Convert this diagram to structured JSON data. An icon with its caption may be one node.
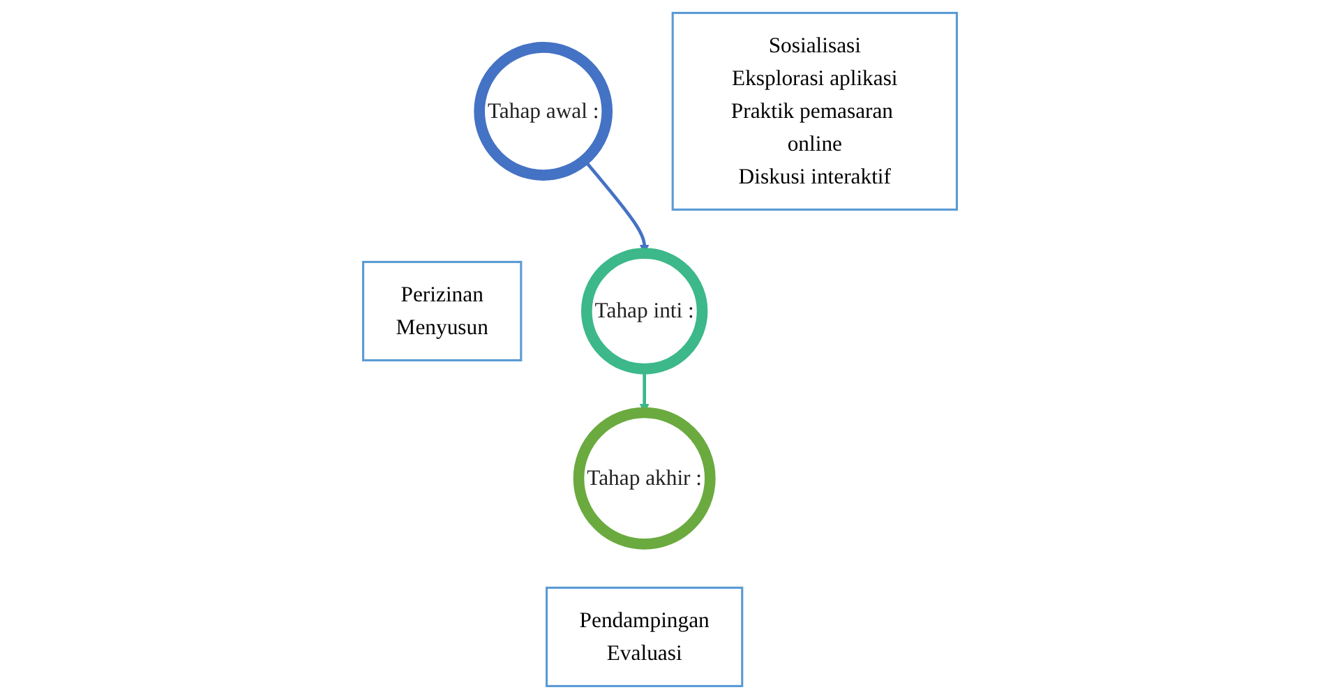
{
  "diagram": {
    "nodes": [
      {
        "text": [
          "Tahap awal :"
        ]
      },
      {
        "text": [
          "Perizinan",
          "Menyusun"
        ]
      },
      {
        "text": [
          "Sosialisasi",
          "Eksplorasi aplikasi",
          "Praktik pemasaran online",
          "Diskusi interaktif"
        ]
      },
      {
        "text": [
          "Tahap inti :"
        ]
      },
      {
        "text": [
          "Tahap akhir :"
        ]
      },
      {
        "text": [
          "Pendampingan",
          "Evaluasi"
        ]
      }
    ],
    "edges": [
      {
        "from": 0,
        "to": 3,
        "arrow": "to",
        "color": "#4472c4"
      },
      {
        "from": 3,
        "to": 4,
        "arrow": "to",
        "color": "#3cb88a"
      }
    ]
  }
}
